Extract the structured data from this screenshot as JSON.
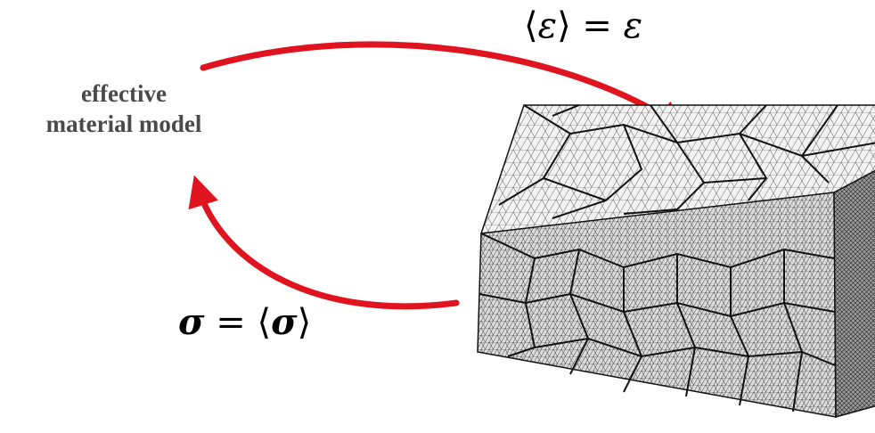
{
  "model_label": {
    "line1": "effective",
    "line2": "material model"
  },
  "strain_equation": {
    "lhs_open": "⟨",
    "lhs_symbol": "ε",
    "lhs_close": "⟩",
    "equals": "=",
    "rhs_symbol": "ε"
  },
  "stress_equation": {
    "lhs_symbol": "σ",
    "equals": "=",
    "rhs_open": "⟨",
    "rhs_symbol": "σ",
    "rhs_close": "⟩"
  },
  "colors": {
    "arrow": "#e0141e",
    "label_text": "#4a4a4a",
    "mesh_line": "#111111",
    "mesh_fill": "#f2f2f2"
  },
  "icons": {
    "mesh": "polycrystal-fe-mesh-icon"
  }
}
